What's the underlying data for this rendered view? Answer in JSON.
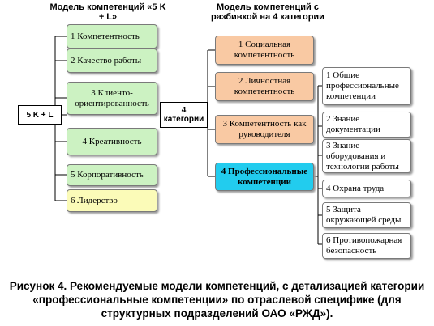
{
  "header_left": "Модель компетенций «5 K + L»",
  "header_right": "Модель компетенций с разбивкой на 4 категории",
  "root_label": "5 K + L",
  "left_boxes": [
    "1 Компетентность",
    "2 Качество работы",
    "3 Клиенто-ориентированность",
    "4 Креативность",
    "5 Корпоративность",
    "6 Лидерство"
  ],
  "mid_label": "4 категории",
  "mid_boxes": [
    "1 Социальная компетентность",
    "2 Личностная компетентность",
    "3 Компетентность как руководителя",
    "4 Профессиональные компетенции"
  ],
  "right_boxes": [
    "1 Общие профессиональные компетенции",
    "2 Знание документации",
    "3 Знание оборудования и технологии работы",
    "4 Охрана труда",
    "5 Защита окружающей среды",
    "6 Противопожарная безопасность"
  ],
  "caption": "Рисунок 4. Рекомендуемые модели компетенций, с детализацией категории «профессиональные компетенции» по отраслевой специфике (для структурных подразделений ОАО «РЖД»).",
  "colors": {
    "green": "#ccf2c2",
    "orange": "#f9c9a3",
    "cyan": "#22ccee",
    "yellow": "#fbfbb8",
    "white": "#ffffff"
  }
}
